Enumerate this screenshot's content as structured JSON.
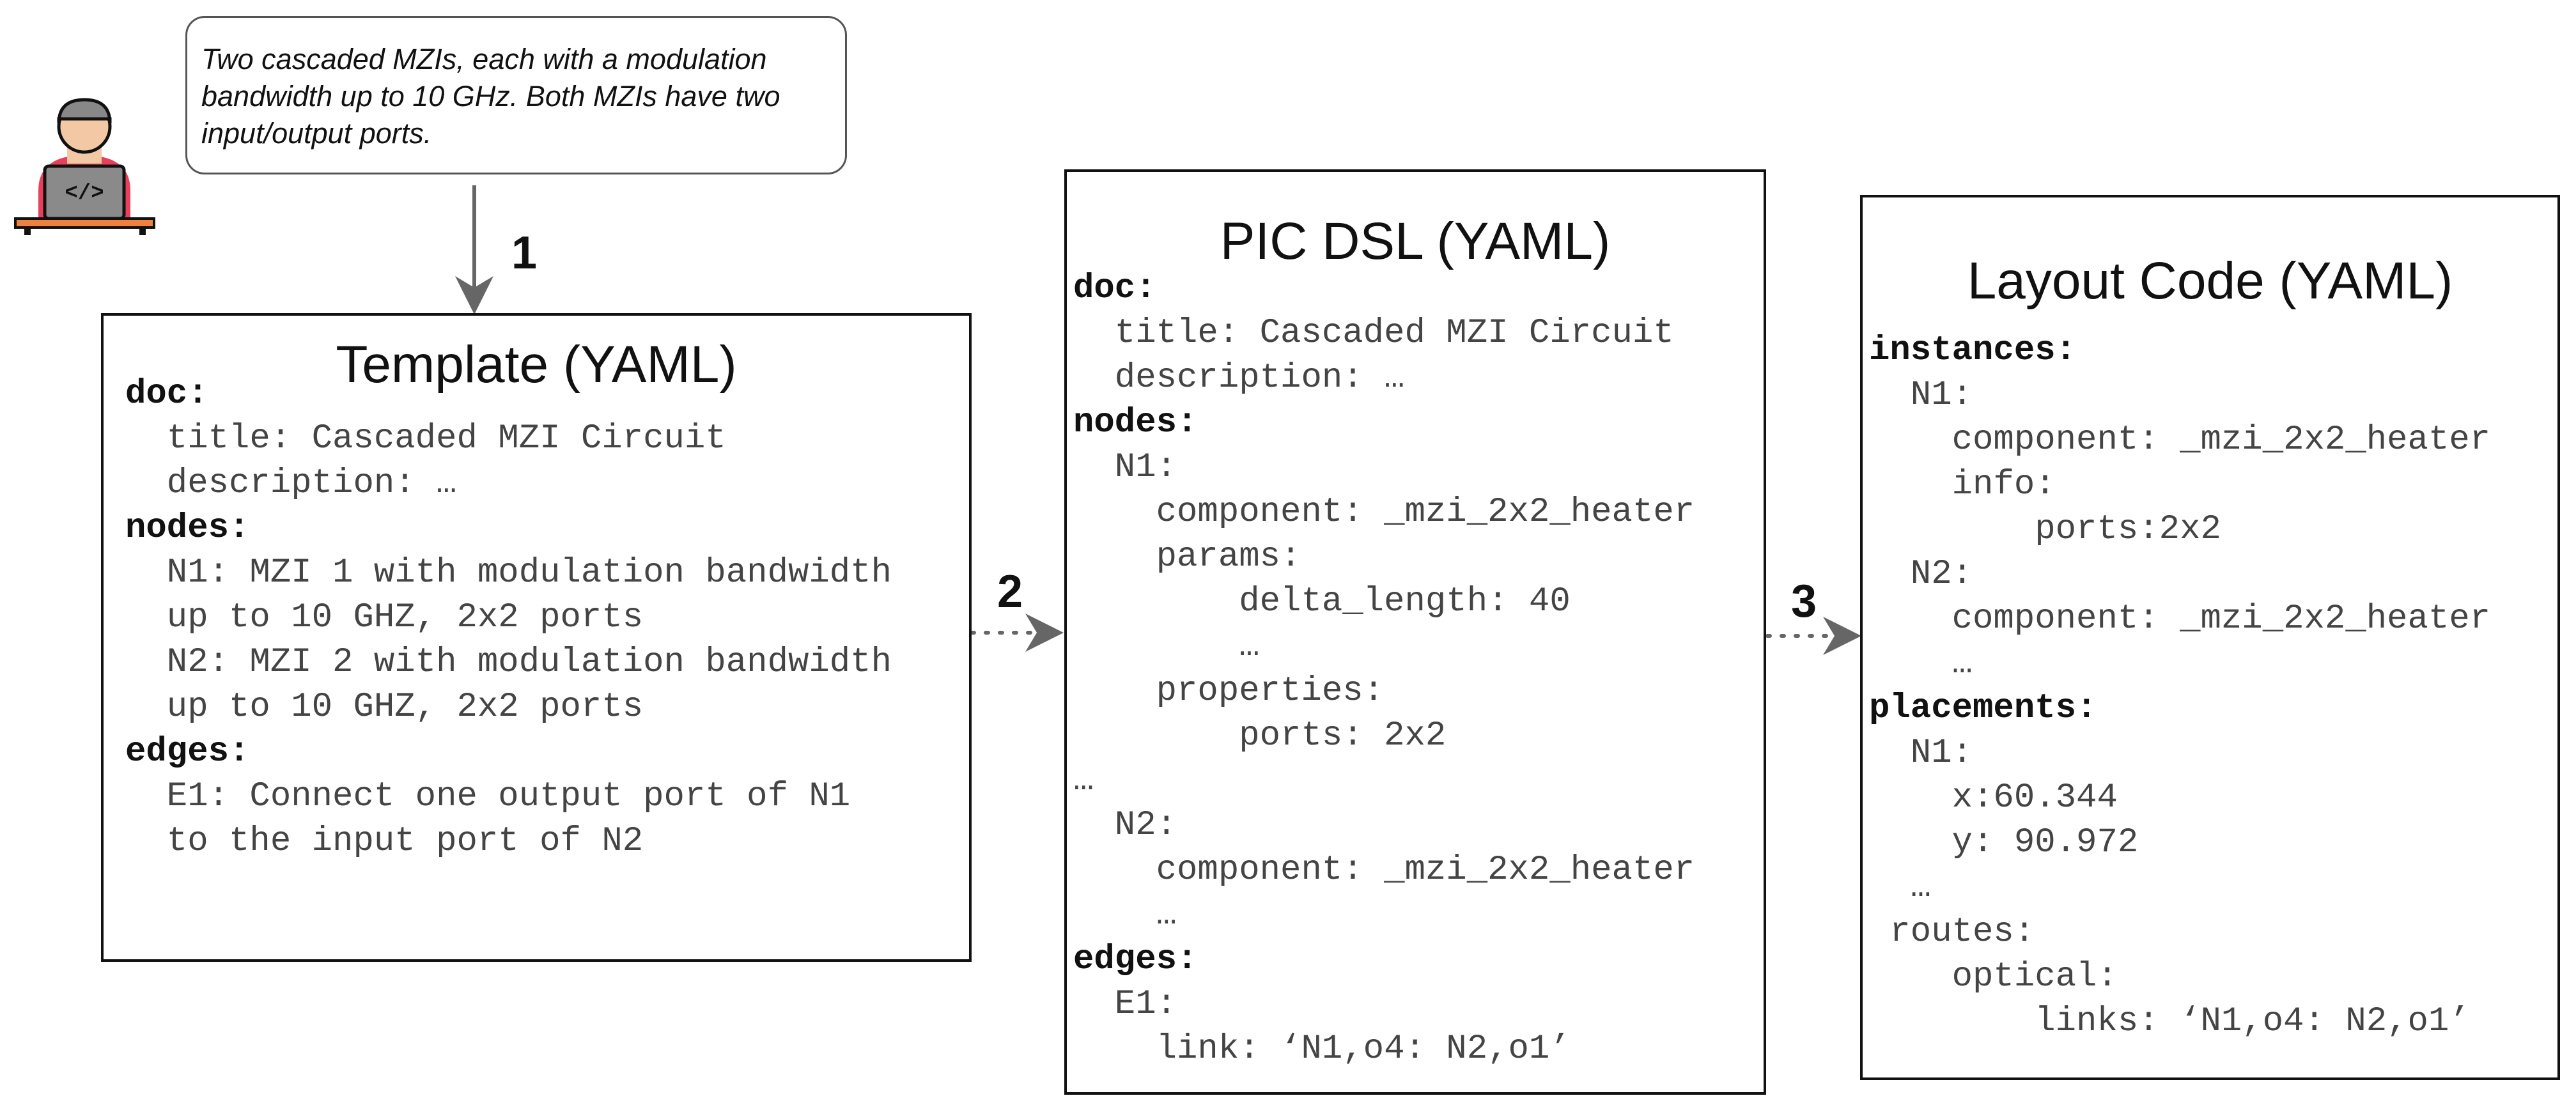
{
  "prompt_bubble": {
    "text_lines": [
      "Two cascaded MZIs, each with a modulation",
      "bandwidth up to 10 GHz. Both MZIs have two",
      "input/output ports."
    ]
  },
  "steps": [
    "1",
    "2",
    "3"
  ],
  "template_box": {
    "title": "Template (YAML)",
    "lines": [
      "doc:",
      "  title: Cascaded MZI Circuit",
      "  description: …",
      "nodes:",
      "  N1: MZI 1 with modulation bandwidth",
      "  up to 10 GHZ, 2x2 ports",
      "  N2: MZI 2 with modulation bandwidth",
      "  up to 10 GHZ, 2x2 ports",
      "edges:",
      "  E1: Connect one output port of N1",
      "  to the input port of N2"
    ]
  },
  "dsl_box": {
    "title": "PIC DSL (YAML)",
    "lines": [
      "doc:",
      "  title: Cascaded MZI Circuit",
      "  description: …",
      "nodes:",
      "  N1:",
      "    component: _mzi_2x2_heater",
      "    params:",
      "        delta_length: 40",
      "        …",
      "    properties:",
      "        ports: 2x2",
      "…",
      "  N2:",
      "    component: _mzi_2x2_heater",
      "    …",
      "edges:",
      "  E1:",
      "    link: ‘N1,o4: N2,o1’"
    ]
  },
  "layout_box": {
    "title": "Layout Code (YAML)",
    "lines": [
      "instances:",
      "  N1:",
      "    component: _mzi_2x2_heater",
      "    info:",
      "        ports:2x2",
      "  N2:",
      "    component: _mzi_2x2_heater",
      "    …",
      "placements:",
      "  N1:",
      "    x:60.344",
      "    y: 90.972",
      "  …",
      " routes:",
      "    optical:",
      "        links: ‘N1,o4: N2,o1’"
    ]
  },
  "colors": {
    "arrow": "#666666",
    "user_shirt": "#e8405a",
    "user_skin": "#f2c9a4",
    "desk": "#f08040"
  },
  "icons": [
    "user-developer-icon"
  ]
}
